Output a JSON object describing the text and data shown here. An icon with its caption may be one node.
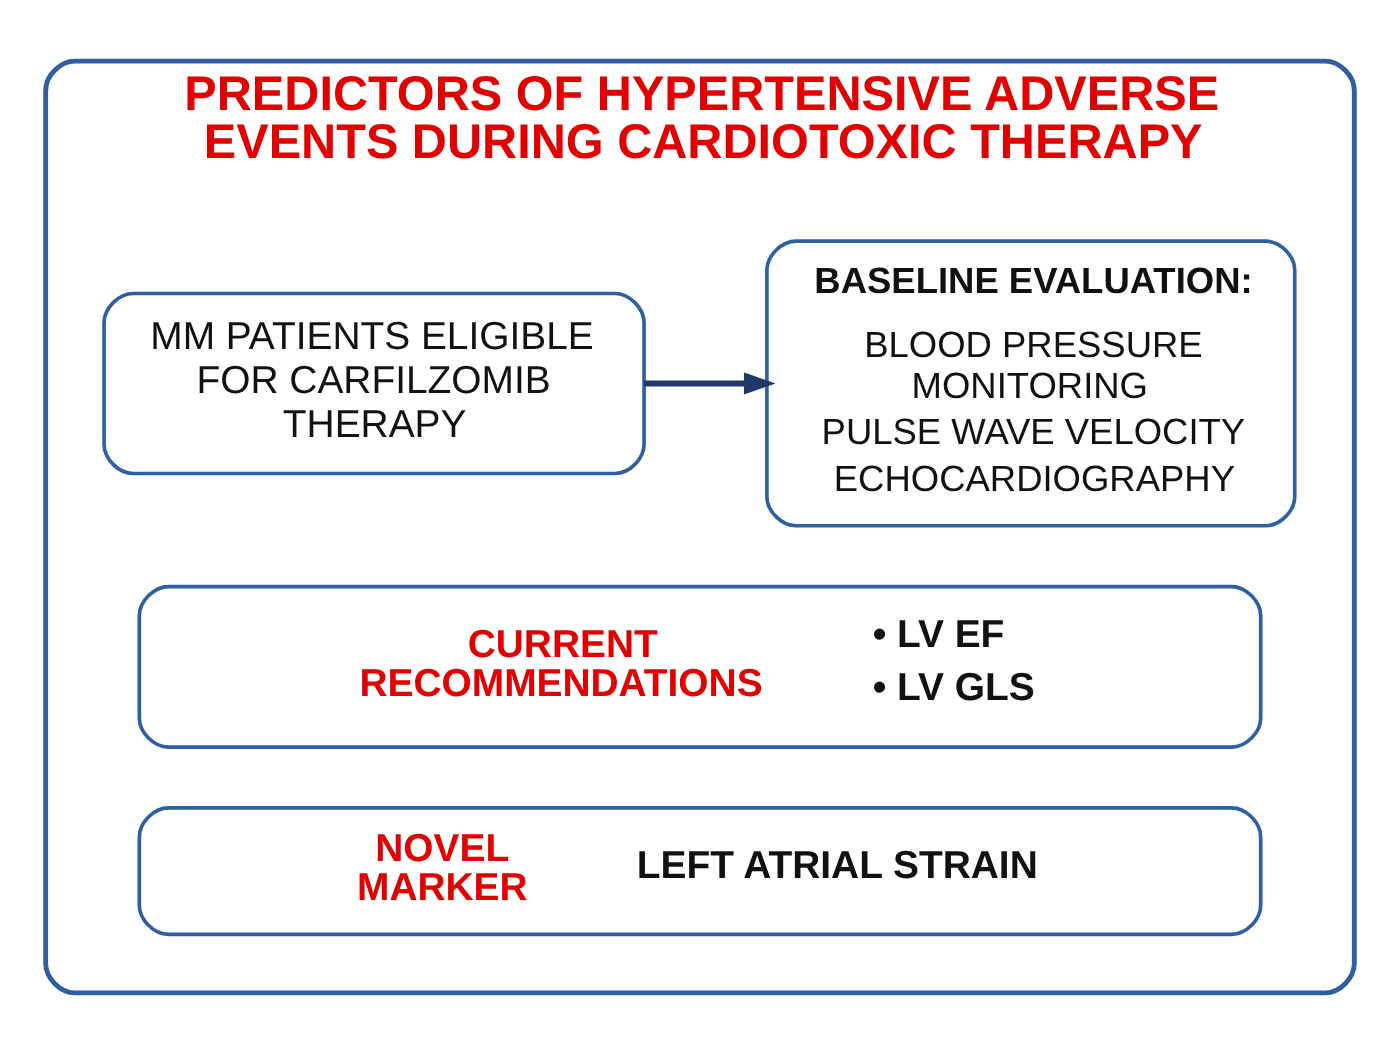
{
  "diagram": {
    "nodes": [
      {
        "text": [
          "PREDICTORS OF HYPERTENSIVE ADVERSE EVENTS DURING CARDIOTOXIC THERAPY"
        ]
      },
      {
        "text": [
          "MM PATIENTS ELIGIBLE FOR CARFILZOMIB THERAPY"
        ],
        "in": 0
      },
      {
        "text": [
          "BASELINE EVALUATION:",
          "BLOOD PRESSURE MONITORING",
          "PULSE WAVE VELOCITY",
          "ECHOCARDIOGRAPHY"
        ],
        "in": 0
      },
      {
        "text": [
          "CURRENT RECOMMENDATIONS",
          "• LV EF",
          "• LV GLS"
        ],
        "in": 0
      },
      {
        "text": [
          "NOVEL MARKER",
          "LEFT ATRIAL STRAIN"
        ],
        "in": 0
      }
    ],
    "edges": [
      {
        "from": 1,
        "to": 2,
        "arrow": "to"
      }
    ]
  }
}
